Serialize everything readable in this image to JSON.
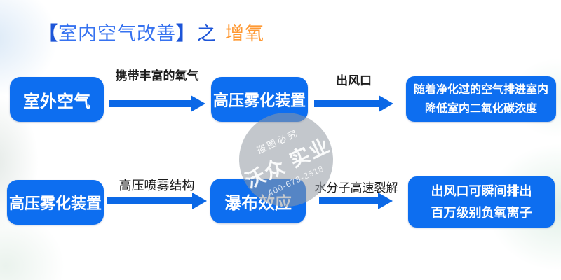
{
  "title": {
    "bracket_open": "【",
    "text": "室内空气改善",
    "bracket_close": "】",
    "suffix": "之",
    "highlight": "增氧"
  },
  "colors": {
    "node_blue": "#0d6ef0",
    "arrow_blue": "#0b68e6",
    "title_blue": "#3672f0",
    "title_bracket_blue": "#1d55d8",
    "title_orange": "#ff9933",
    "node_text": "#ffffff",
    "label_text": "#1c1c1c"
  },
  "rows": [
    {
      "nodes": [
        {
          "label": "室外空气"
        },
        {
          "label": "高压雾化装置"
        },
        {
          "line1": "随着净化过的空气排进室内",
          "line2": "降低室内二氧化碳浓度"
        }
      ],
      "arrows": [
        {
          "label": "携带丰富的氧气"
        },
        {
          "label": "出风口"
        }
      ]
    },
    {
      "nodes": [
        {
          "label": "高压雾化装置"
        },
        {
          "label": "瀑布效应"
        },
        {
          "line1": "出风口可瞬间排出",
          "line2": "百万级别负氧离子"
        }
      ],
      "arrows": [
        {
          "label": "高压喷雾结构"
        },
        {
          "label": "水分子高速裂解"
        }
      ]
    }
  ],
  "watermark": {
    "notice": "盗图必究",
    "brand": "沃众 实业",
    "phone": "400-678-2518"
  }
}
